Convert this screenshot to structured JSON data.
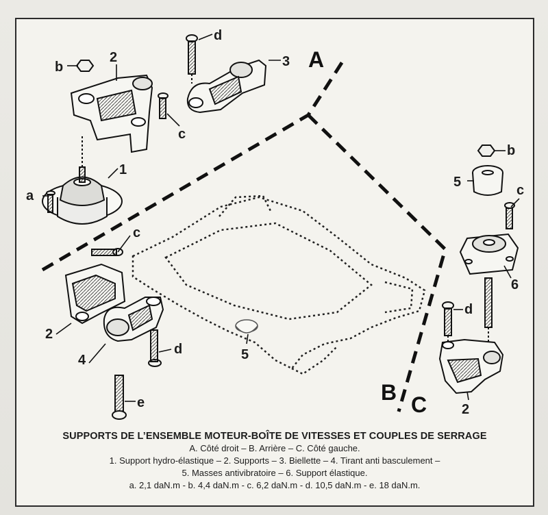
{
  "labels": {
    "a": "a",
    "b": "b",
    "c": "c",
    "d": "d",
    "e": "e",
    "n1": "1",
    "n2": "2",
    "n3": "3",
    "n4": "4",
    "n5": "5",
    "n6": "6"
  },
  "sections": {
    "A": "A",
    "B": "B",
    "C": "C"
  },
  "caption": {
    "title": "SUPPORTS DE L’ENSEMBLE MOTEUR-BOÎTE DE VITESSES ET COUPLES DE SERRAGE",
    "line1": "A. Côté droit – B. Arrière – C. Côté gauche.",
    "line2": "1. Support hydro-élastique – 2. Supports – 3. Biellette – 4. Tirant anti basculement –",
    "line3": "5. Masses antivibratoire – 6. Support élastique.",
    "line4": "a. 2,1 daN.m - b. 4,4 daN.m - c. 6,2 daN.m - d. 10,5 daN.m - e. 18 daN.m."
  },
  "colors": {
    "ink": "#1c1c1c",
    "paper": "#f4f3ee"
  }
}
